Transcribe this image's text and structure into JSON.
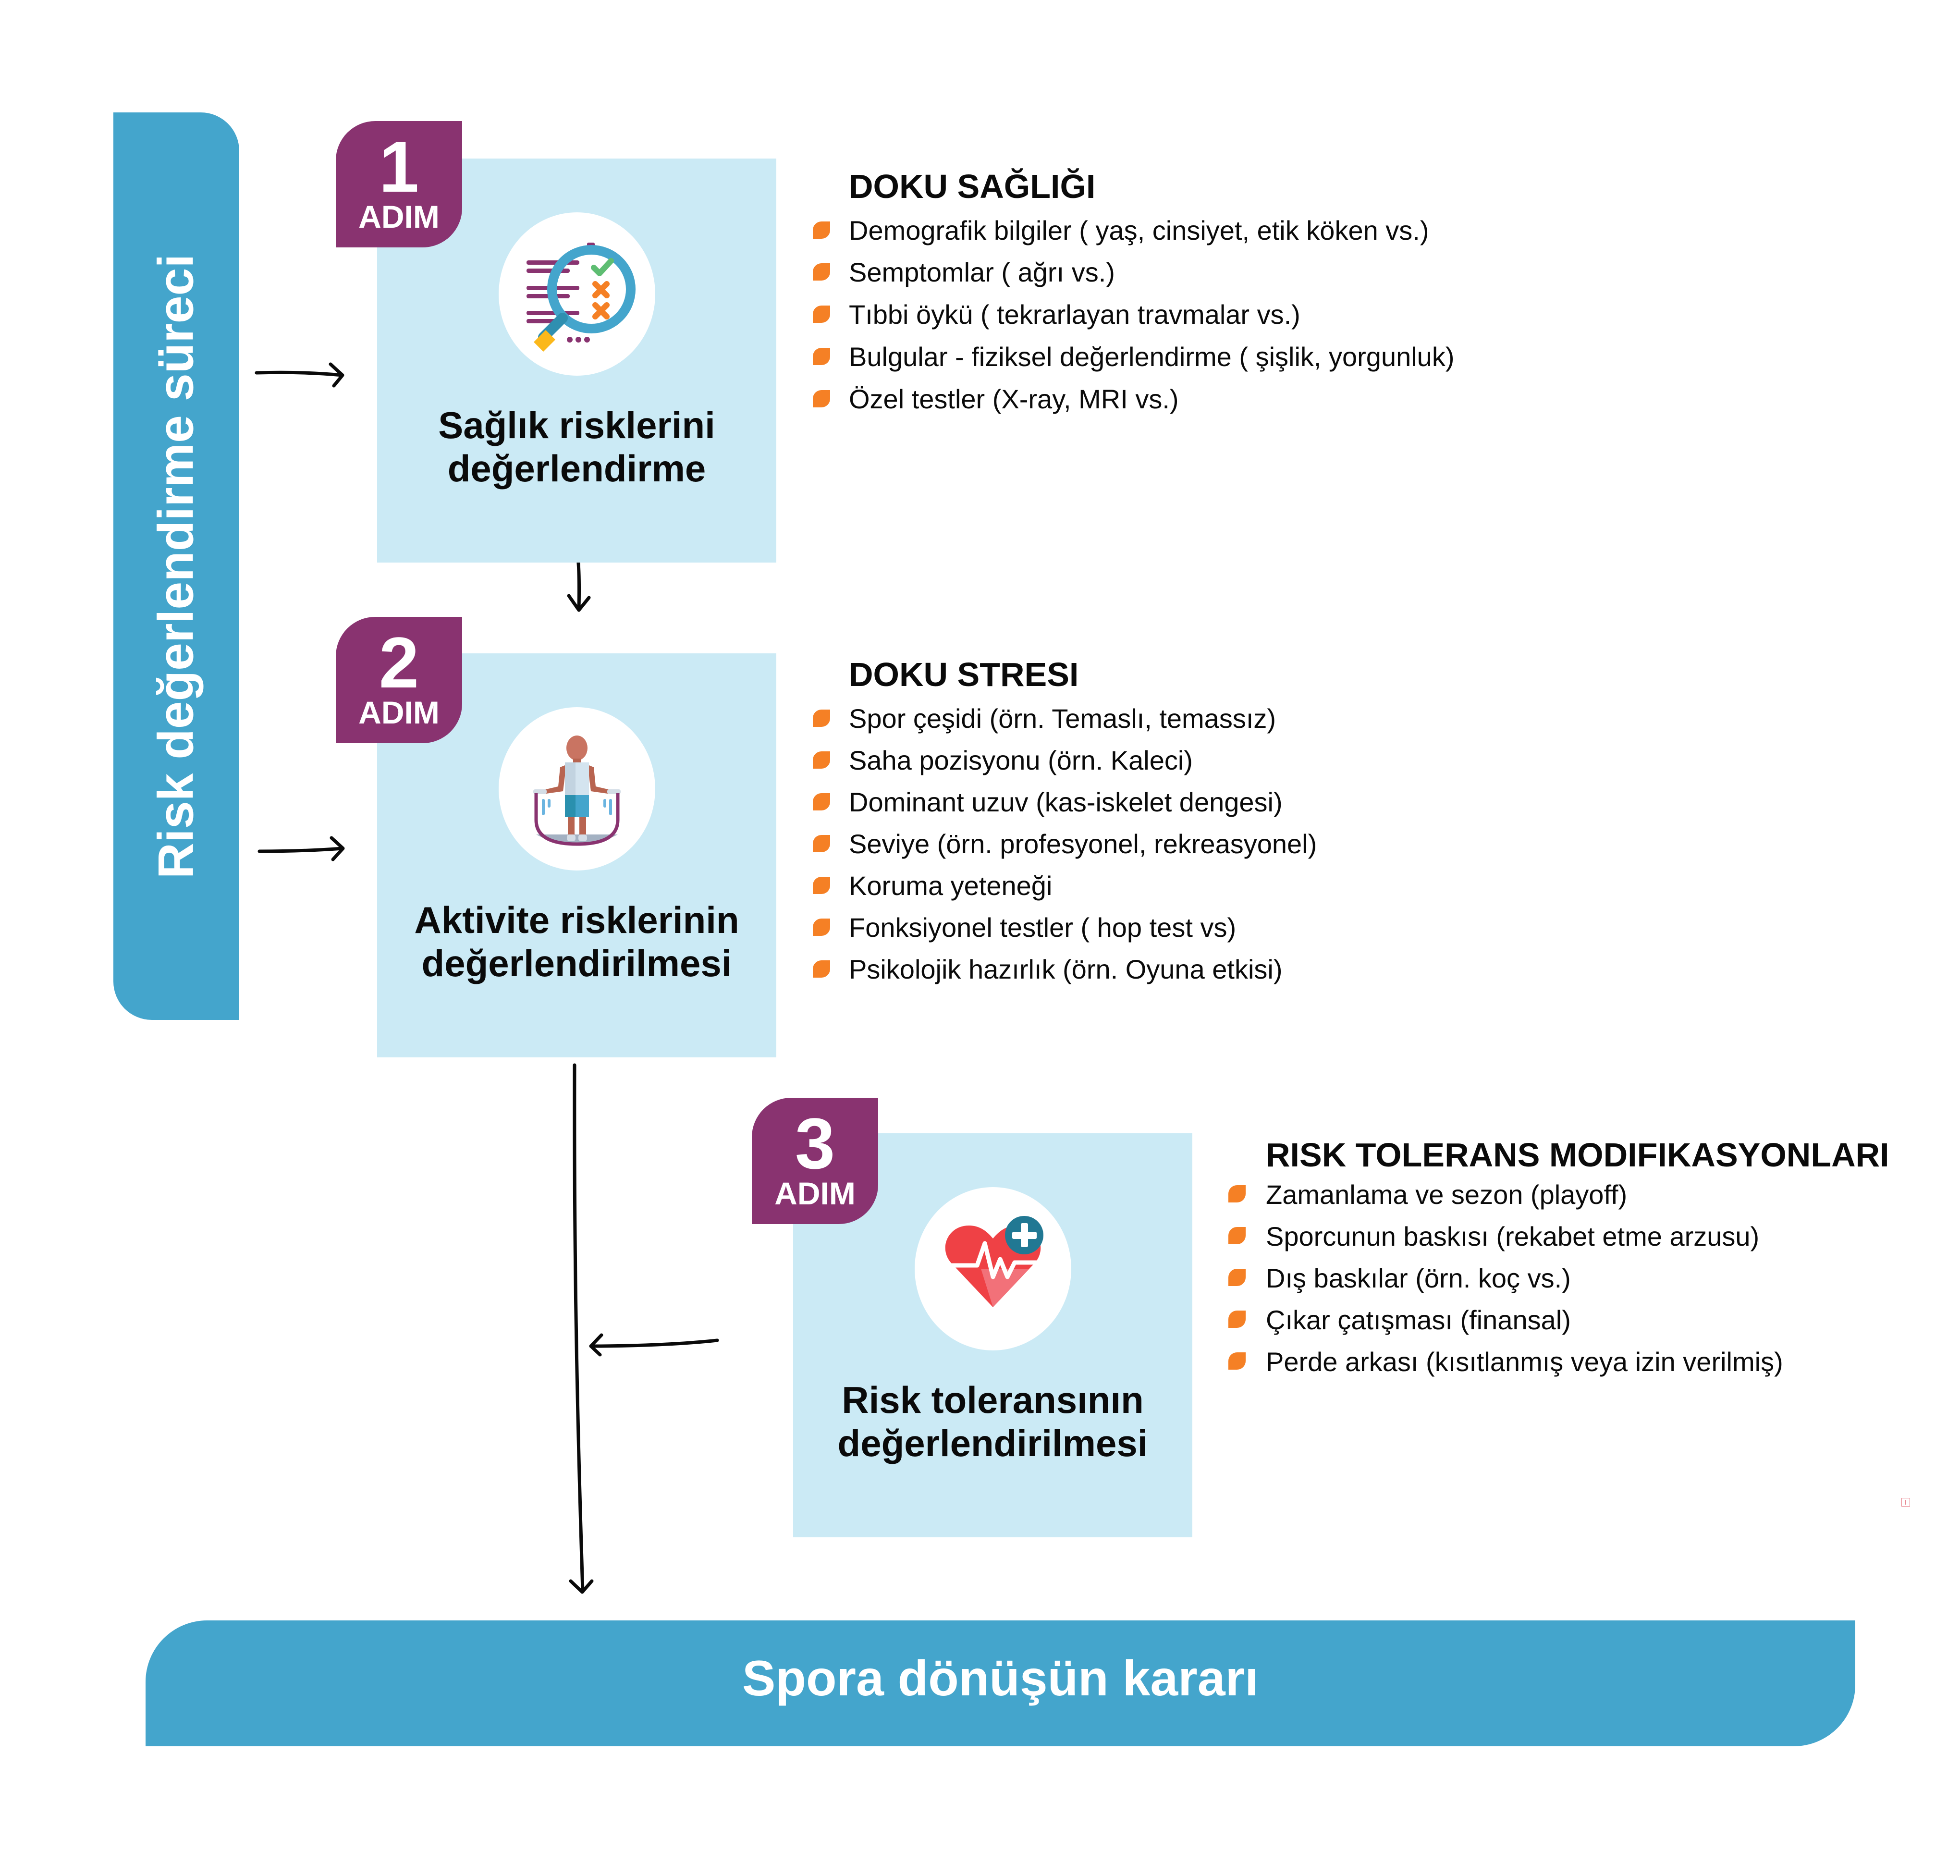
{
  "sidebar": {
    "label": "Risk değerlendirme süreci"
  },
  "steps": [
    {
      "number": "1",
      "badge_label": "ADIM",
      "icon": "magnifier-checklist-icon",
      "title_line1": "Sağlık risklerini",
      "title_line2": "değerlendirme",
      "section": {
        "heading": "DOKU SAĞLIĞI",
        "items": [
          "Demografik bilgiler ( yaş, cinsiyet, etik köken vs.)",
          "Semptomlar ( ağrı vs.)",
          "Tıbbi öykü ( tekrarlayan travmalar vs.)",
          "Bulgular - fiziksel değerlendirme ( şişlik, yorgunluk)",
          "Özel testler (X-ray, MRI vs.)"
        ]
      }
    },
    {
      "number": "2",
      "badge_label": "ADIM",
      "icon": "jump-rope-athlete-icon",
      "title_line1": "Aktivite risklerinin",
      "title_line2": "değerlendirilmesi",
      "section": {
        "heading": "DOKU STRESI",
        "items": [
          "Spor çeşidi (örn. Temaslı, temassız)",
          "Saha pozisyonu (örn. Kaleci)",
          "Dominant uzuv (kas-iskelet dengesi)",
          "Seviye (örn. profesyonel, rekreasyonel)",
          "Koruma yeteneği",
          "Fonksiyonel testler ( hop test vs)",
          "Psikolojik hazırlık (örn. Oyuna etkisi)"
        ]
      }
    },
    {
      "number": "3",
      "badge_label": "ADIM",
      "icon": "heart-pulse-plus-icon",
      "title_line1": "Risk toleransının",
      "title_line2": "değerlendirilmesi",
      "section": {
        "heading": "RISK TOLERANS MODIFIKASYONLARI",
        "items": [
          "Zamanlama ve sezon (playoff)",
          "Sporcunun baskısı (rekabet etme arzusu)",
          "Dış baskılar (örn. koç vs.)",
          "Çıkar çatışması (finansal)",
          "Perde arkası (kısıtlanmış veya izin verilmiş)"
        ]
      }
    }
  ],
  "decision": {
    "label": "Spora dönüşün kararı"
  },
  "colors": {
    "primary_blue": "#44a5cc",
    "badge_purple": "#893370",
    "box_light_blue": "#cbeaf5",
    "bullet_orange": "#f58025"
  }
}
